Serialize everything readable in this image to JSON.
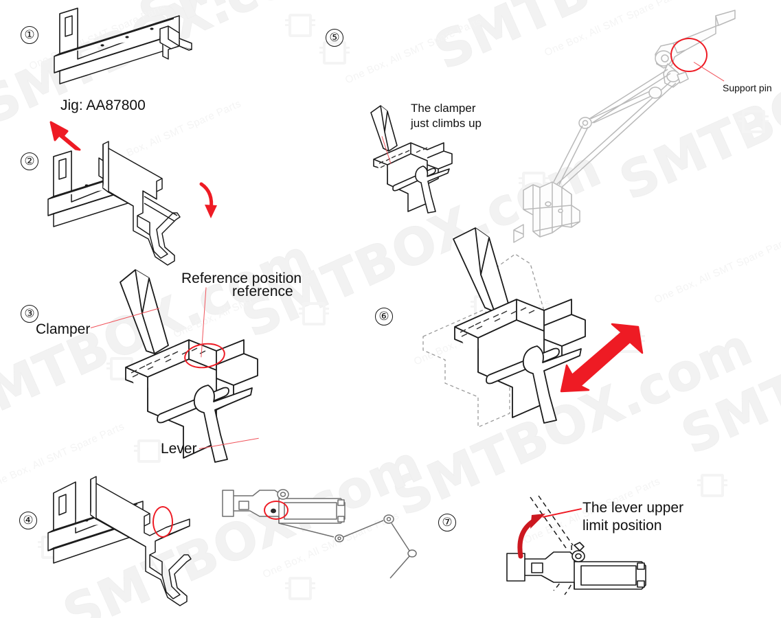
{
  "document": {
    "title": "Clamper jig installation procedure",
    "background_color": "#ffffff",
    "accent_color": "#ee1b24",
    "leader_color": "#f0525a",
    "line_color": "#1a1a1a",
    "ghost_color": "#b9b9b9"
  },
  "watermark": {
    "brand": "SMTBOX.com",
    "tagline": "One Box, All SMT Spare Parts",
    "color": "#f2f2f2"
  },
  "steps": [
    {
      "id": "step-1",
      "number": "①",
      "caption": "Jig: AA87800"
    },
    {
      "id": "step-2",
      "number": "②",
      "caption": ""
    },
    {
      "id": "step-3",
      "number": "③",
      "caption": ""
    },
    {
      "id": "step-4",
      "number": "④",
      "caption": ""
    },
    {
      "id": "step-5",
      "number": "⑤",
      "caption": ""
    },
    {
      "id": "step-6",
      "number": "⑥",
      "caption": ""
    },
    {
      "id": "step-7",
      "number": "⑦",
      "caption": ""
    }
  ],
  "labels": {
    "jig_part_number": "Jig: AA87800",
    "clamper": "Clamper",
    "lever": "Lever",
    "reference_position_line1": "Reference position",
    "reference_position_line2": "reference",
    "support_pin": "Support pin",
    "clamper_climbs_line1": "The clamper",
    "clamper_climbs_line2": "just climbs up",
    "lever_limit_line1": "The lever upper",
    "lever_limit_line2": "limit position"
  },
  "annotations": [
    {
      "name": "reference-position-circle",
      "shape": "ellipse",
      "color": "#ee1b24"
    },
    {
      "name": "support-pin-circle",
      "shape": "ellipse",
      "color": "#ee1b24"
    },
    {
      "name": "step4-detail-circle",
      "shape": "ellipse",
      "color": "#ee1b24"
    },
    {
      "name": "pivot-detail-circle",
      "shape": "ellipse",
      "color": "#ee1b24"
    },
    {
      "name": "insert-arrow",
      "shape": "arrow",
      "direction": "up-left",
      "color": "#ee1b24"
    },
    {
      "name": "rotate-arrow",
      "shape": "curved-arrow",
      "direction": "clockwise",
      "color": "#ee1b24"
    },
    {
      "name": "slide-arrow",
      "shape": "double-arrow",
      "direction": "diagonal",
      "color": "#ee1b24"
    },
    {
      "name": "lever-rotate-arrow",
      "shape": "curved-arrow",
      "direction": "counter-clockwise",
      "color": "#ee1b24"
    }
  ]
}
